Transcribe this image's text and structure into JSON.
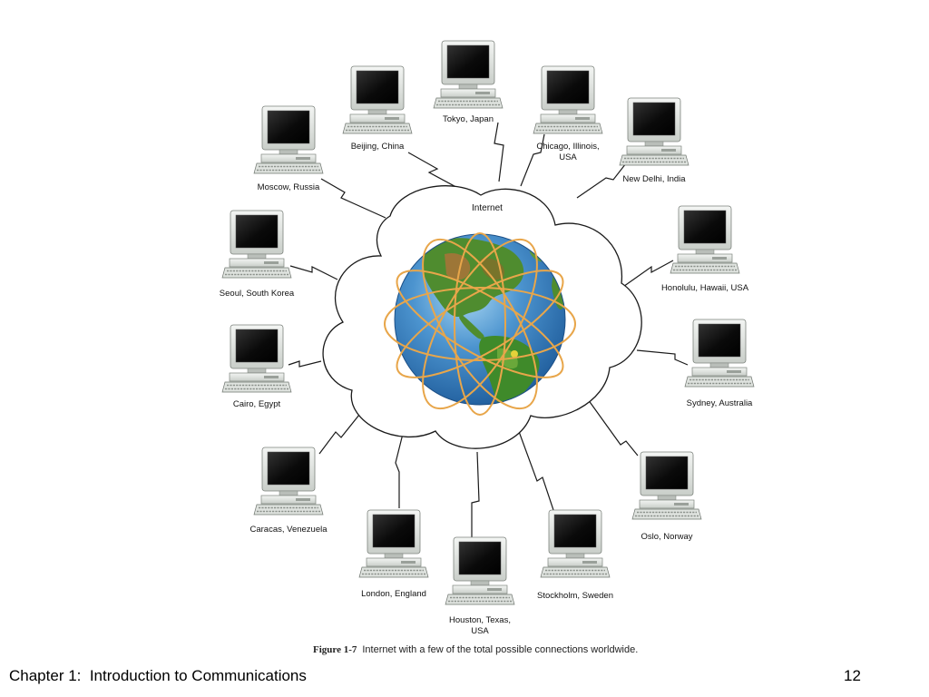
{
  "figure": {
    "cloud_label": "Internet",
    "caption_number": "Figure 1-7",
    "caption_text": "Internet with a few of the total possible connections worldwide.",
    "nodes": [
      {
        "id": "tokyo",
        "label": [
          "Tokyo, Japan"
        ]
      },
      {
        "id": "beijing",
        "label": [
          "Beijing, China"
        ]
      },
      {
        "id": "chicago",
        "label": [
          "Chicago, Illinois,",
          "USA"
        ]
      },
      {
        "id": "moscow",
        "label": [
          "Moscow, Russia"
        ]
      },
      {
        "id": "new-delhi",
        "label": [
          "New Delhi, India"
        ]
      },
      {
        "id": "seoul",
        "label": [
          "Seoul, South Korea"
        ]
      },
      {
        "id": "honolulu",
        "label": [
          "Honolulu, Hawaii, USA"
        ]
      },
      {
        "id": "cairo",
        "label": [
          "Cairo, Egypt"
        ]
      },
      {
        "id": "sydney",
        "label": [
          "Sydney, Australia"
        ]
      },
      {
        "id": "caracas",
        "label": [
          "Caracas, Venezuela"
        ]
      },
      {
        "id": "oslo",
        "label": [
          "Oslo, Norway"
        ]
      },
      {
        "id": "london",
        "label": [
          "London, England"
        ]
      },
      {
        "id": "houston",
        "label": [
          "Houston, Texas,",
          "USA"
        ]
      },
      {
        "id": "stockholm",
        "label": [
          "Stockholm, Sweden"
        ]
      }
    ]
  },
  "footer": {
    "chapter": "Chapter 1:  Introduction to Communications",
    "page_number": "12"
  },
  "colors": {
    "screen": "#0c0c0c",
    "monitor_body": "#e9ece9",
    "orbit": "#e8a64a",
    "ocean": "#3f87c7",
    "land": "#4e8f33"
  }
}
